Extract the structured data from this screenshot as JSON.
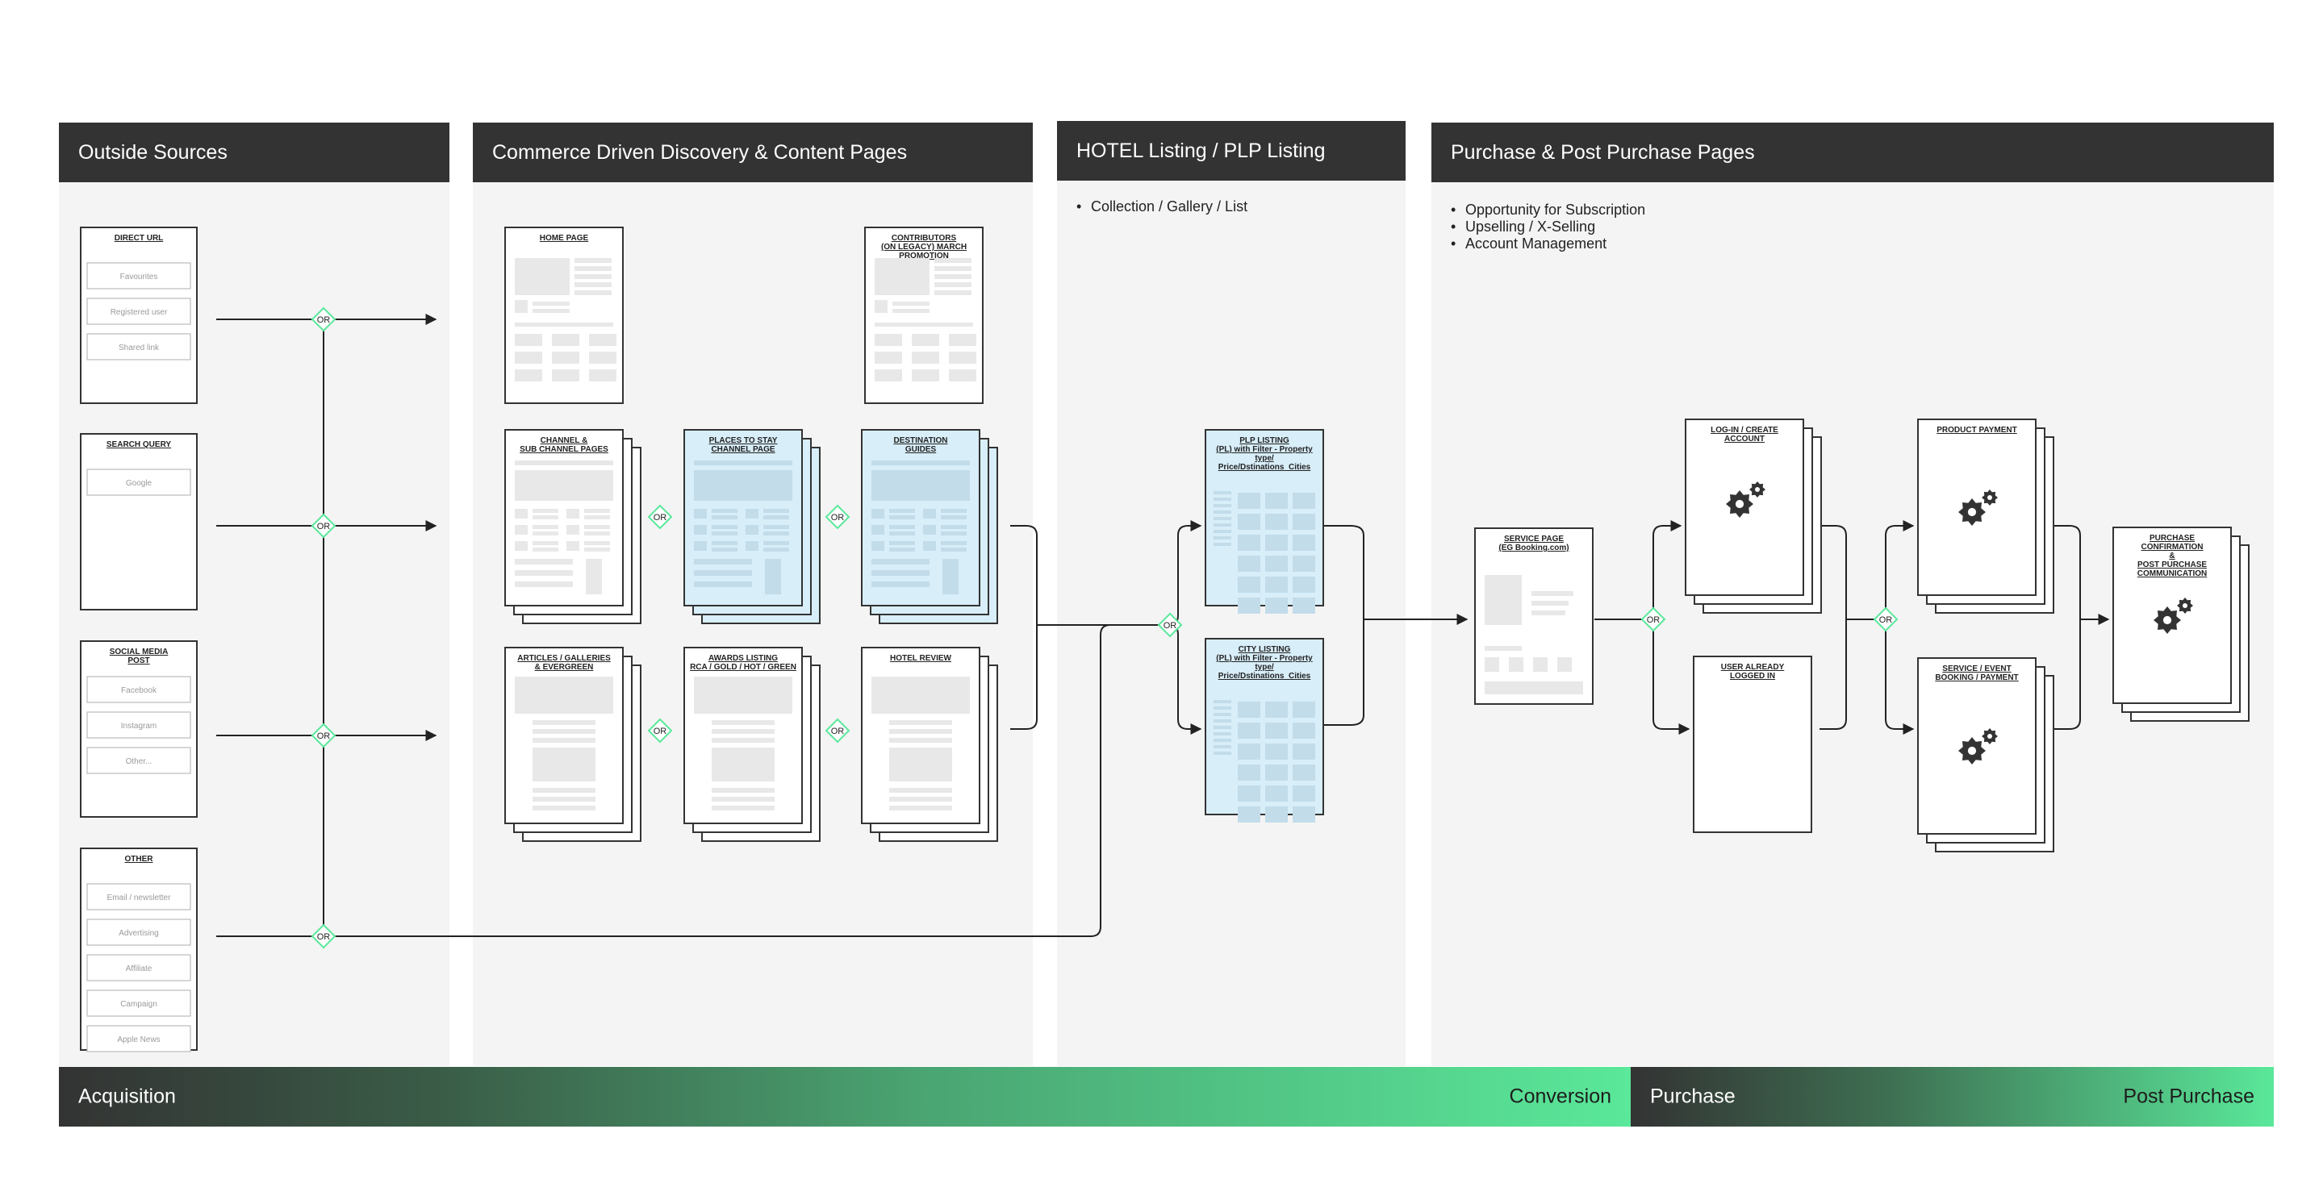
{
  "panels": {
    "outside_sources": {
      "title": "Outside Sources"
    },
    "commerce": {
      "title": "Commerce Driven Discovery & Content Pages"
    },
    "hotel_listing": {
      "title": "HOTEL Listing / PLP Listing",
      "bullets": [
        "Collection / Gallery / List"
      ]
    },
    "purchase": {
      "title": "Purchase  & Post Purchase Pages",
      "bullets": [
        "Opportunity for Subscription",
        "Upselling / X-Selling",
        "Account Management"
      ]
    }
  },
  "sources": [
    {
      "title": [
        "DIRECT URL"
      ],
      "fields": [
        "Favourites",
        "Registered user",
        "Shared link"
      ]
    },
    {
      "title": [
        "SEARCH QUERY"
      ],
      "fields": [
        "Google"
      ]
    },
    {
      "title": [
        "SOCIAL MEDIA",
        "POST"
      ],
      "fields": [
        "Facebook",
        "Instagram",
        "Other..."
      ]
    },
    {
      "title": [
        "OTHER"
      ],
      "fields": [
        "Email / newsletter",
        "Advertising",
        "Affiliate",
        "Campaign",
        "Apple News"
      ]
    }
  ],
  "pages": {
    "home": [
      "HOME PAGE"
    ],
    "contributors": [
      "CONTRIBUTORS",
      "(ON LEGACY) MARCH",
      "PROMOTION"
    ],
    "channel": [
      "CHANNEL &",
      "SUB CHANNEL PAGES"
    ],
    "places_to_stay": [
      "PLACES TO STAY",
      "CHANNEL PAGE"
    ],
    "destination_guides": [
      "DESTINATION",
      "GUIDES"
    ],
    "articles": [
      "ARTICLES / GALLERIES",
      "& EVERGREEN"
    ],
    "awards": [
      "AWARDS LISTING",
      "RCA / GOLD / HOT / GREEN"
    ],
    "hotel_review": [
      "HOTEL REVIEW"
    ],
    "plp_listing": [
      "PLP LISTING",
      "(PL) with Filter - Property",
      "type/",
      "Price/Dstinations_Cities"
    ],
    "city_listing": [
      "CITY LISTING",
      "(PL) with Filter - Property",
      "type/",
      "Price/Dstinations_Cities"
    ],
    "service_page": [
      "SERVICE PAGE",
      "(EG Booking.com)"
    ],
    "login": [
      "LOG-IN / CREATE",
      "ACCOUNT"
    ],
    "logged_in": [
      "USER ALREADY",
      "LOGGED IN"
    ],
    "product_payment": [
      "PRODUCT PAYMENT"
    ],
    "service_event": [
      "SERVICE / EVENT",
      "BOOKING / PAYMENT"
    ],
    "confirmation": [
      "PURCHASE",
      "CONFIRMATION",
      "&",
      "POST PURCHASE",
      "COMMUNICATION"
    ]
  },
  "or_label": "OR",
  "footer": {
    "acquisition": "Acquisition",
    "conversion": "Conversion",
    "purchase": "Purchase",
    "post_purchase": "Post Purchase"
  },
  "colors": {
    "dark": "#333333",
    "panel": "#f4f4f4",
    "accent": "#5ae89a",
    "highlight": "#d8eef9",
    "placeholder": "#e8e8e8"
  }
}
